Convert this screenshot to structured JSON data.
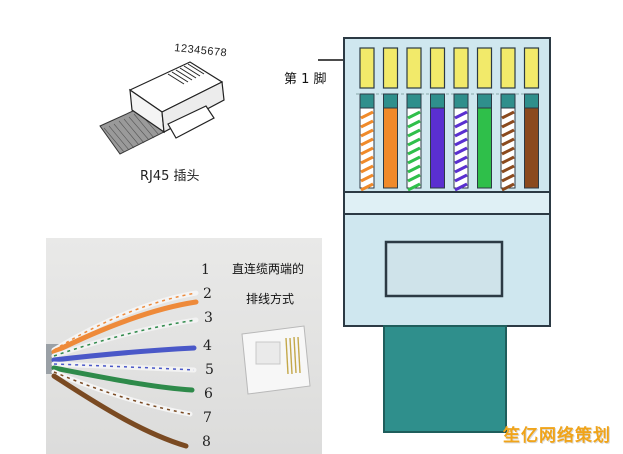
{
  "labels": {
    "pin_numbers": "12345678",
    "rj45_caption": "RJ45 插头",
    "pin1_label": "第 1 脚"
  },
  "photo": {
    "title_line1": "直连缆两端的",
    "title_line2": "排线方式",
    "pins": [
      "1",
      "2",
      "3",
      "4",
      "5",
      "6",
      "7",
      "8"
    ]
  },
  "watermark": "笙亿网络策划",
  "pin_wires": [
    {
      "pin": 1,
      "base": "#ffffff",
      "stripe": "#f08a2a"
    },
    {
      "pin": 2,
      "base": "#f08a2a",
      "stripe": "#f08a2a"
    },
    {
      "pin": 3,
      "base": "#ffffff",
      "stripe": "#2fbf4a"
    },
    {
      "pin": 4,
      "base": "#5a2fd0",
      "stripe": "#5a2fd0"
    },
    {
      "pin": 5,
      "base": "#ffffff",
      "stripe": "#5a2fd0"
    },
    {
      "pin": 6,
      "base": "#2fbf4a",
      "stripe": "#2fbf4a"
    },
    {
      "pin": 7,
      "base": "#ffffff",
      "stripe": "#8b4a1e"
    },
    {
      "pin": 8,
      "base": "#8b4a1e",
      "stripe": "#8b4a1e"
    }
  ],
  "colors": {
    "connector_body": "#cfe7ef",
    "connector_edge": "#2c3a44",
    "contact_yellow": "#f2ea6a",
    "cable_jacket": "#2f8f8c",
    "latch_fill": "#cfe3ea"
  }
}
